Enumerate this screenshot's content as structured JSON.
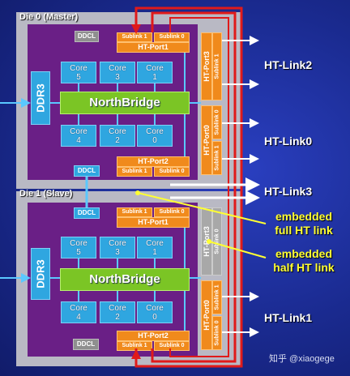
{
  "die0": {
    "label": "Die 0 (Master)"
  },
  "die1": {
    "label": "Die 1 (Slave)"
  },
  "ddcl": "DDCL",
  "ddr3": "DDR3",
  "northbridge": "NorthBridge",
  "core_word": "Core",
  "die0_cores": [
    "5",
    "3",
    "1",
    "4",
    "2",
    "0"
  ],
  "die1_cores": [
    "5",
    "3",
    "1",
    "4",
    "2",
    "0"
  ],
  "sublink1": "Sublink 1",
  "sublink0": "Sublink 0",
  "ports": {
    "p1": "HT-Port1",
    "p2": "HT-Port2",
    "p3": "HT-Port3",
    "p0": "HT-Port0"
  },
  "links": {
    "l2": "HT-Link2",
    "l0": "HT-Link0",
    "l3": "HT-Link3",
    "l1": "HT-Link1"
  },
  "annotations": {
    "full": "embedded\nfull HT link",
    "half": "embedded\nhalf HT link"
  },
  "watermark": "知乎 @xiaogege",
  "colors": {
    "background": "#1a2a8c",
    "die": "#b9b9c4",
    "purple": "#6a1f86",
    "core": "#2fa6e0",
    "northbridge": "#7bc525",
    "port": "#f08a1c",
    "link_red": "#e01a1a",
    "annotation": "#ffff33"
  }
}
